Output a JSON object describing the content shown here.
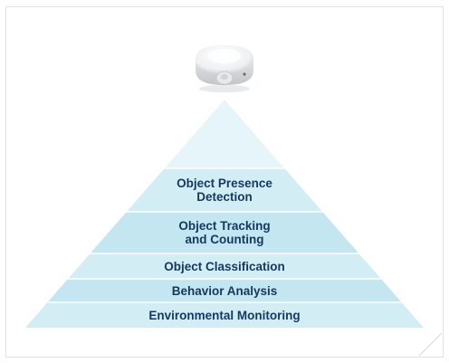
{
  "diagram": {
    "device": "ceiling-occupancy-sensor",
    "levels": [
      {
        "label_lines": [
          "Object Presence",
          "Detection"
        ],
        "fill": "#d3edf5"
      },
      {
        "label_lines": [
          "Object Tracking",
          "and Counting"
        ],
        "fill": "#c4e6f1"
      },
      {
        "label_lines": [
          "Object Classification"
        ],
        "fill": "#d3edf5"
      },
      {
        "label_lines": [
          "Behavior Analysis"
        ],
        "fill": "#c4e6f1"
      },
      {
        "label_lines": [
          "Environmental Monitoring"
        ],
        "fill": "#d3edf5"
      }
    ],
    "colors": {
      "apex": "#e6f5fa",
      "text": "#14385f",
      "frame_border": "#e2e2e2"
    }
  }
}
